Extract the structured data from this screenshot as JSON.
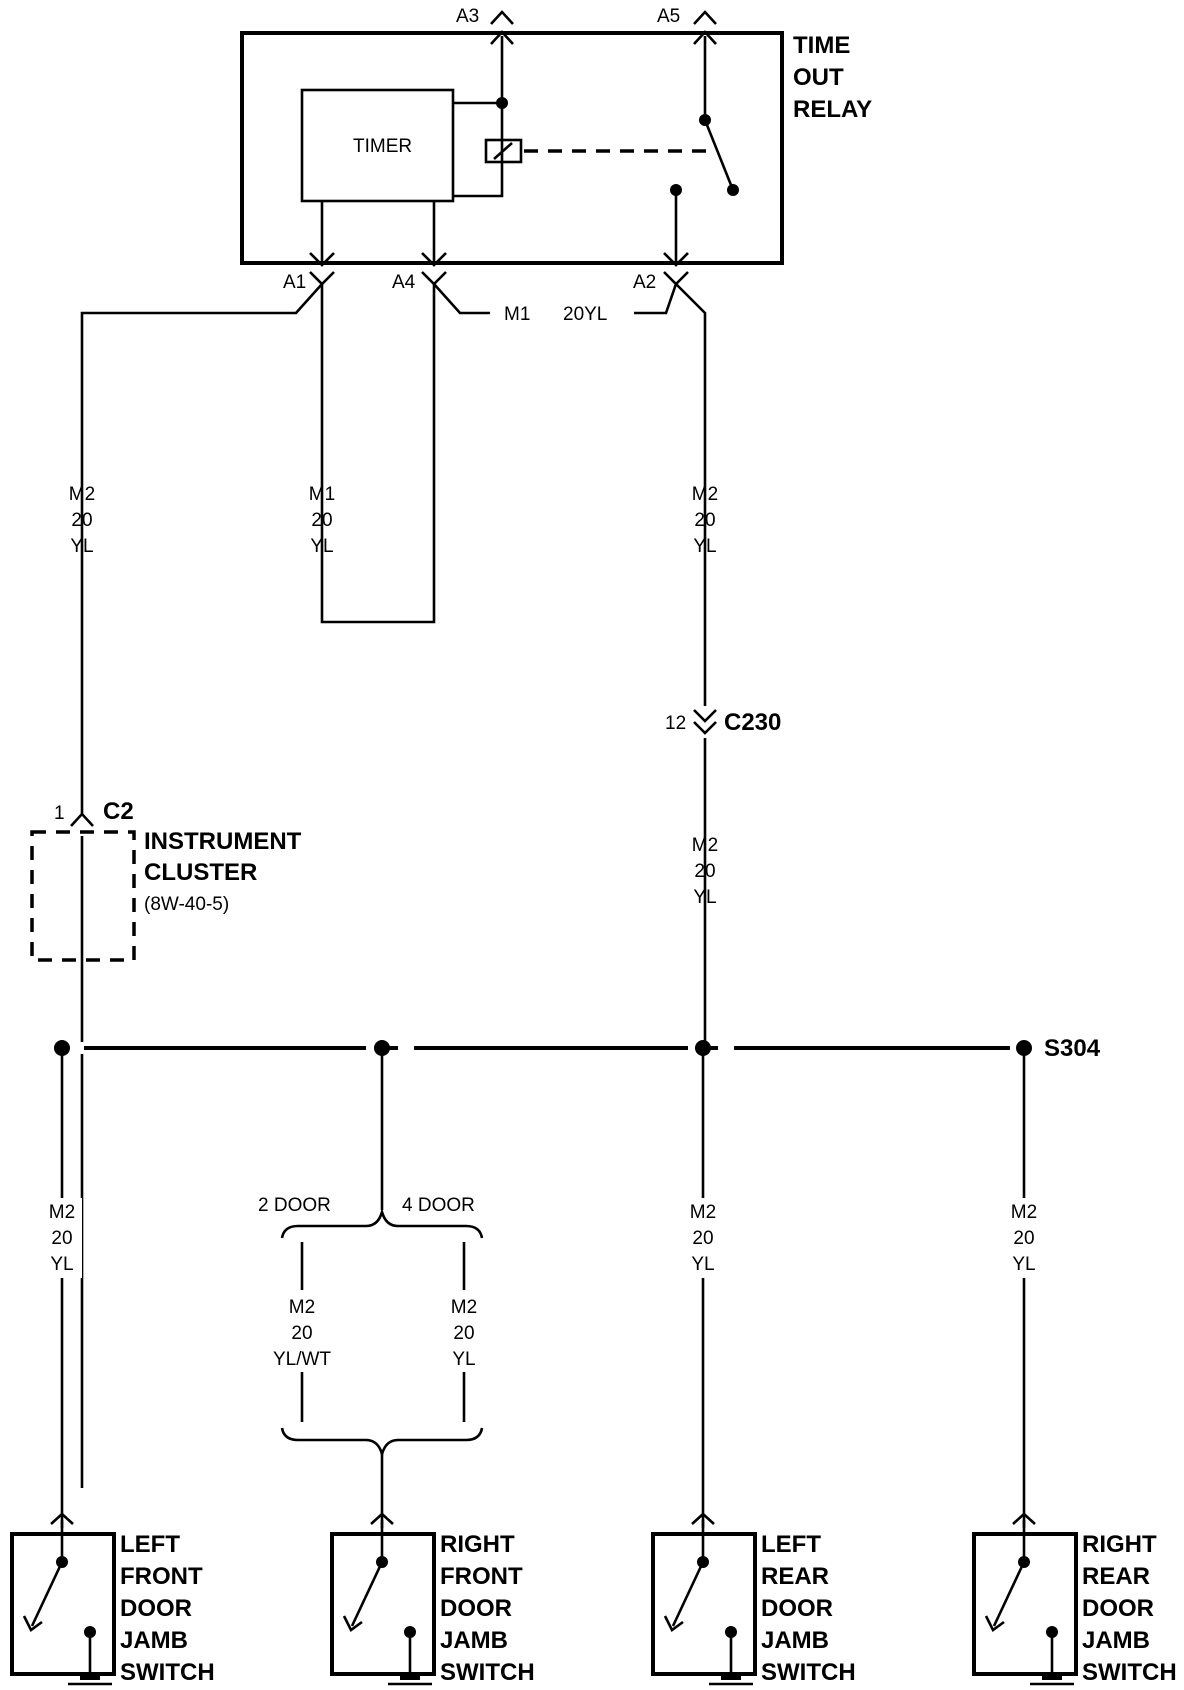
{
  "relay": {
    "title_lines": [
      "TIME",
      "OUT",
      "RELAY"
    ],
    "timer_label": "TIMER",
    "pins": {
      "a3": "A3",
      "a5": "A5",
      "a1": "A1",
      "a4": "A4",
      "a2": "A2"
    },
    "wire_m1": "M1",
    "wire_20yl": "20YL"
  },
  "wires": {
    "a1": [
      "M2",
      "20",
      "YL"
    ],
    "a4_loop": [
      "M1",
      "20",
      "YL"
    ],
    "a2_upper": [
      "M2",
      "20",
      "YL"
    ],
    "a2_lower": [
      "M2",
      "20",
      "YL"
    ],
    "left_front": [
      "M2",
      "20",
      "YL"
    ],
    "right_front_2door": [
      "M2",
      "20",
      "YL/WT"
    ],
    "right_front_4door": [
      "M2",
      "20",
      "YL"
    ],
    "left_rear": [
      "M2",
      "20",
      "YL"
    ],
    "right_rear": [
      "M2",
      "20",
      "YL"
    ]
  },
  "connector_c230": {
    "pin": "12",
    "name": "C230"
  },
  "instrument_cluster": {
    "pin": "1",
    "connector": "C2",
    "name_lines": [
      "INSTRUMENT",
      "CLUSTER"
    ],
    "ref": "(8W-40-5)"
  },
  "splice": {
    "name": "S304"
  },
  "options": {
    "two_door": "2 DOOR",
    "four_door": "4 DOOR"
  },
  "switches": [
    {
      "lines": [
        "LEFT",
        "FRONT",
        "DOOR",
        "JAMB",
        "SWITCH"
      ]
    },
    {
      "lines": [
        "RIGHT",
        "FRONT",
        "DOOR",
        "JAMB",
        "SWITCH"
      ]
    },
    {
      "lines": [
        "LEFT",
        "REAR",
        "DOOR",
        "JAMB",
        "SWITCH"
      ]
    },
    {
      "lines": [
        "RIGHT",
        "REAR",
        "DOOR",
        "JAMB",
        "SWITCH"
      ]
    }
  ]
}
